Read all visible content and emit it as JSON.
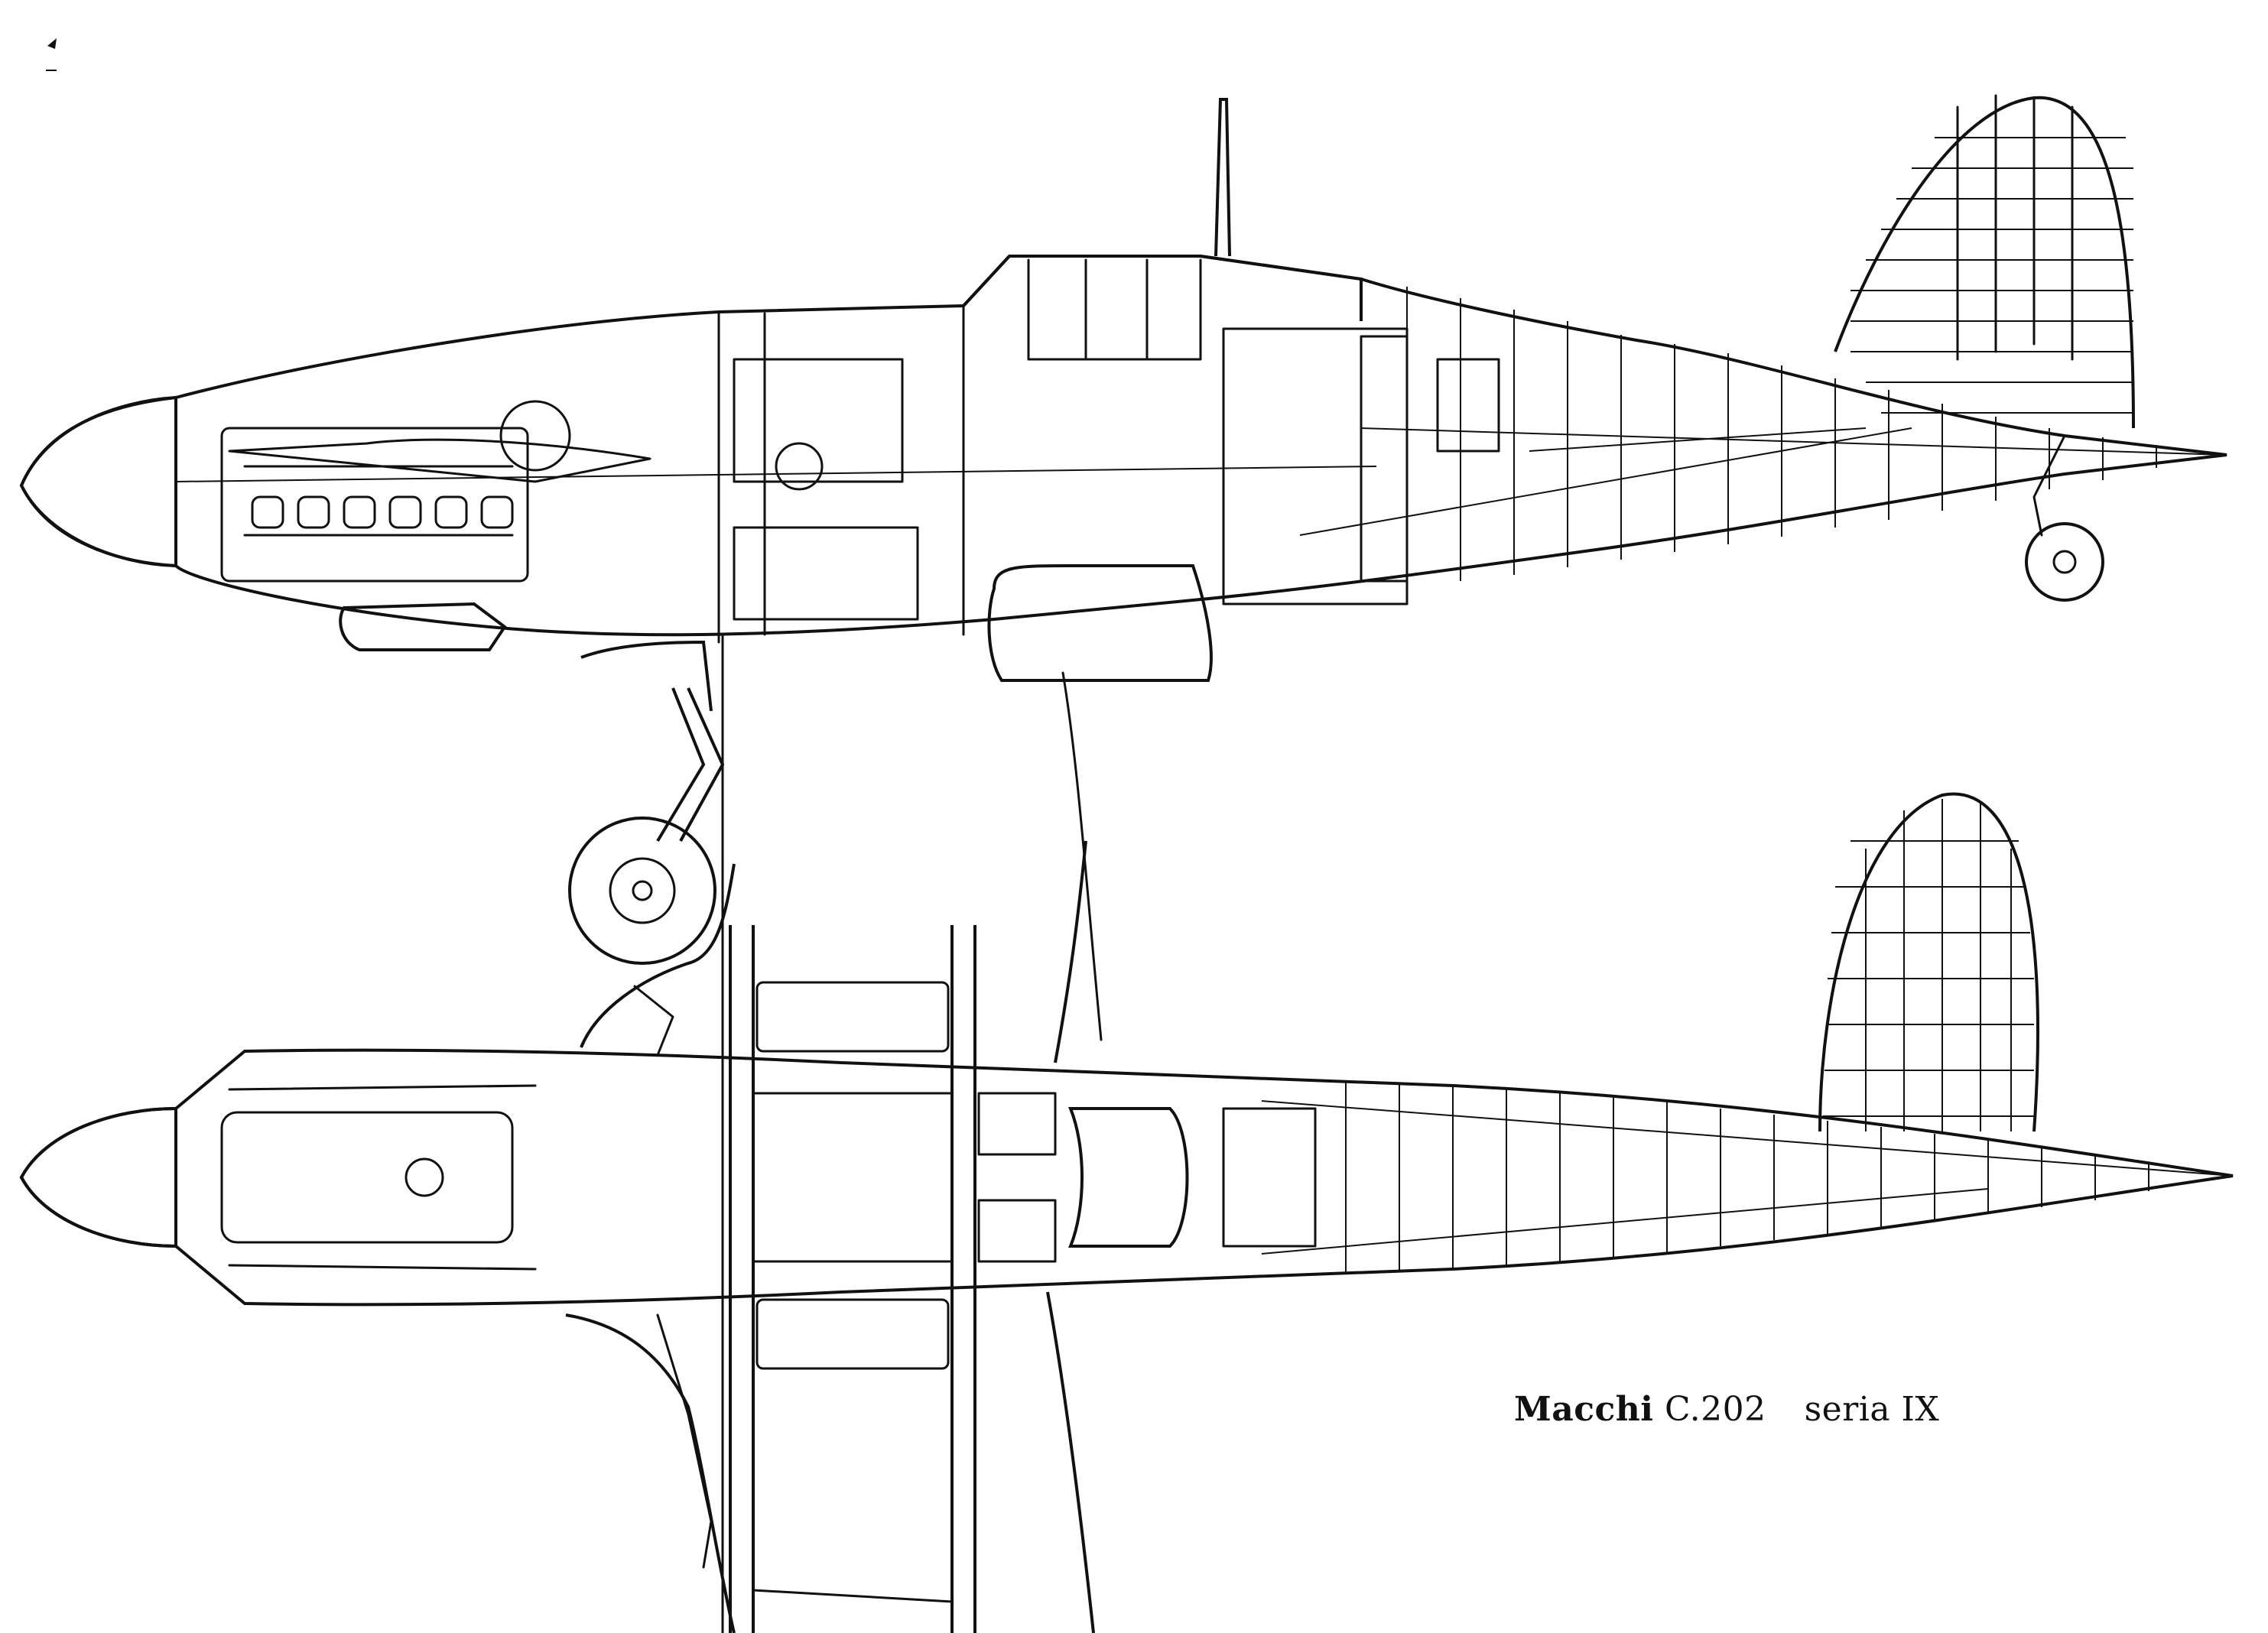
{
  "caption": {
    "make": "Macchi",
    "model": "C.202",
    "variant": "seria IX"
  },
  "colors": {
    "ink": "#111111",
    "paper": "#ffffff"
  }
}
